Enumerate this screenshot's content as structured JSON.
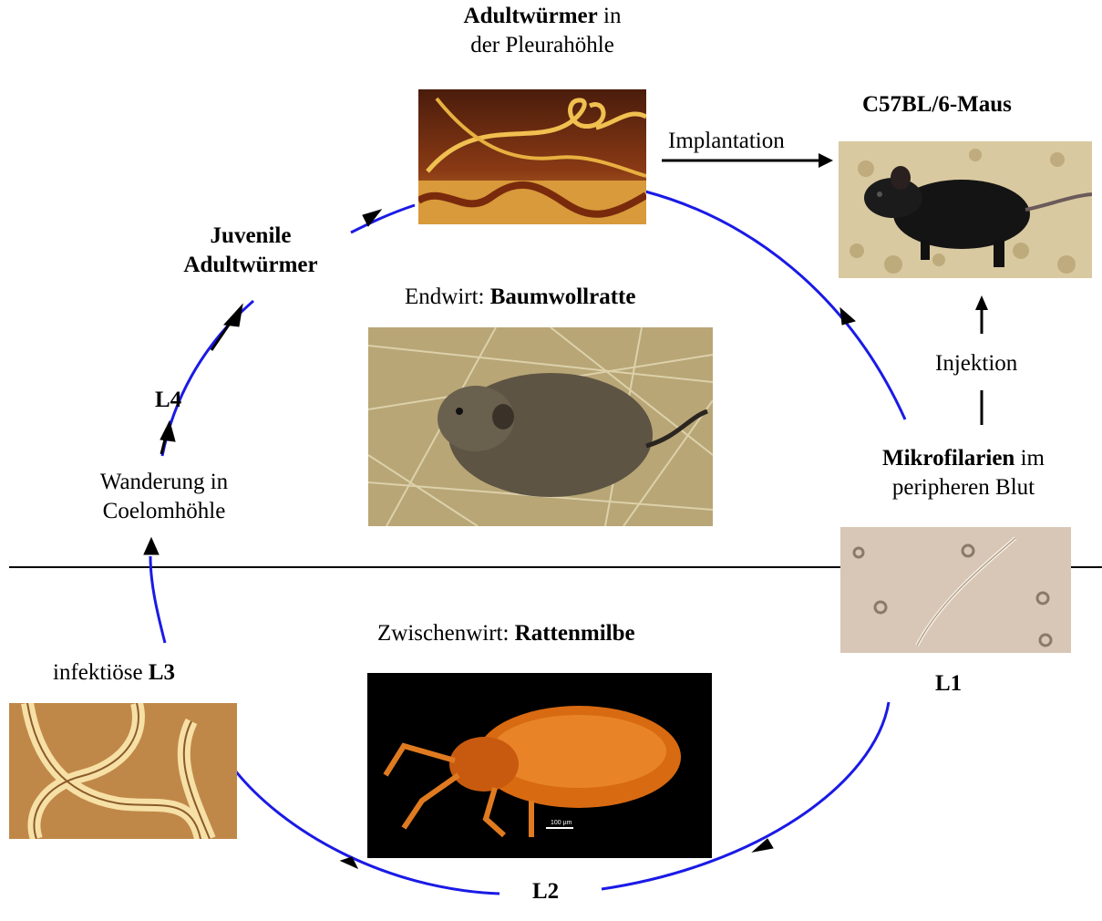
{
  "adult_worms": {
    "bold": "Adultwürmer",
    "rest1": " in",
    "line2": "der Pleurahöhle"
  },
  "implantation": "Implantation",
  "mouse": "C57BL/6-Maus",
  "juvenile": {
    "line1": "Juvenile",
    "line2": "Adultwürmer"
  },
  "endwirt": {
    "prefix": "Endwirt: ",
    "bold": "Baumwollratte"
  },
  "injektion": "Injektion",
  "l4": "L4",
  "wanderung": {
    "line1": "Wanderung in",
    "line2": "Coelomhöhle"
  },
  "mikrofilarien": {
    "bold": "Mikrofilarien",
    "rest1": " im",
    "line2": "peripheren Blut"
  },
  "zwischenwirt": {
    "prefix": "Zwischenwirt: ",
    "bold": "Rattenmilbe"
  },
  "infektiose": {
    "prefix": "infektiöse ",
    "bold": "L3"
  },
  "l1": "L1",
  "l2": "L2",
  "scale_bar": "100 µm",
  "colors": {
    "cycle": "#1a1ae6",
    "arrow": "#000000"
  }
}
